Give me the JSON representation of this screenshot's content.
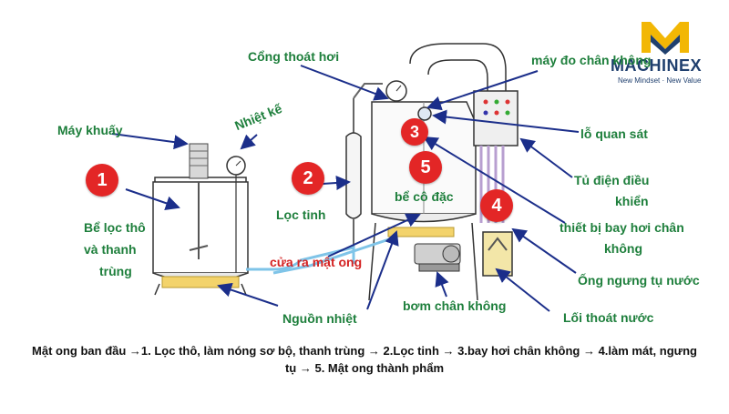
{
  "brand": {
    "name": "MACHINEX",
    "tagline": "New Mindset · New Value",
    "colors": {
      "gold": "#f2b705",
      "navy": "#1f3f6e"
    }
  },
  "labels": {
    "may_khuay": "Máy khuấy",
    "nhiet_ke": "Nhiệt kế",
    "cong_thoat_hoi": "Cổng thoát hơi",
    "may_do_chan_khong": "máy đo chân không",
    "lo_quan_sat": "lỗ quan sát",
    "tu_dien_1": "Tủ điện điều",
    "tu_dien_2": "khiển",
    "be_loc_tho_1": "Bể lọc thô",
    "be_loc_tho_2": "và thanh",
    "be_loc_tho_3": "trùng",
    "loc_tinh": "Lọc tinh",
    "be_co_dac": "bể cô đặc",
    "thiet_bi_1": "thiết bị bay hơi chân",
    "thiet_bi_2": "không",
    "cua_ra_mat_ong": "cửa ra mật ong",
    "ong_ngung_tu": "Ống ngưng tụ nước",
    "loi_thoat_nuoc": "Lối thoát nước",
    "nguon_nhiet": "Nguồn nhiệt",
    "bom_chan_khong": "bơm chân không"
  },
  "badges": [
    "1",
    "2",
    "3",
    "4",
    "5"
  ],
  "caption": {
    "line1": "Mật ong ban đầu →1. Lọc thô, làm nóng sơ bộ, thanh trùng → 2.Lọc tinh → 3.bay hơi chân không → 4.làm mát, ngưng",
    "line2": "tụ → 5. Mật ong thành phẩm"
  },
  "colors": {
    "label_green": "#1e7f3c",
    "label_red": "#d42222",
    "badge_red": "#e32626",
    "pipe_blue": "#7fc4e8",
    "arrow_blue": "#1b2e8a"
  }
}
